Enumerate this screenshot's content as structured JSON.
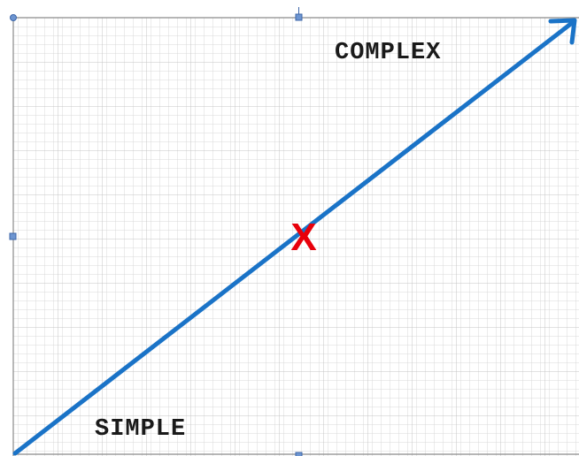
{
  "diagram": {
    "label_top": "COMPLEX",
    "label_bottom": "SIMPLE",
    "center_mark": "X",
    "colors": {
      "arrow": "#1a73c7",
      "mark": "#e8000b",
      "grid_minor": "#d6d6d6",
      "grid_major": "#bfbfbf",
      "frame": "#7f7f7f",
      "handle": "#4f81bd"
    }
  }
}
